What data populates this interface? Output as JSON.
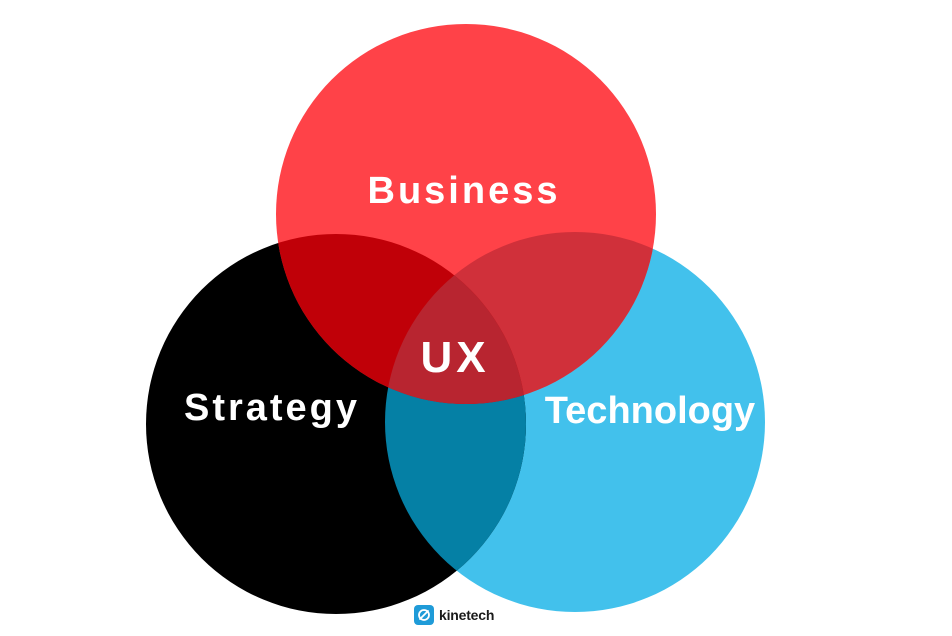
{
  "diagram": {
    "labels": {
      "top": "Business",
      "left": "Strategy",
      "right": "Technology",
      "center": "UX"
    },
    "colors": {
      "business": "#ff4248",
      "strategy": "#000000",
      "technology": "#42c1ec",
      "business_strategy": "#c00008",
      "business_technology": "#d0303a",
      "strategy_technology": "#0580a5",
      "all_three": "#b82530"
    }
  },
  "logo": {
    "text": "kinetech",
    "icon": "kinetech-logo-icon",
    "color": "#1f9bd8"
  }
}
